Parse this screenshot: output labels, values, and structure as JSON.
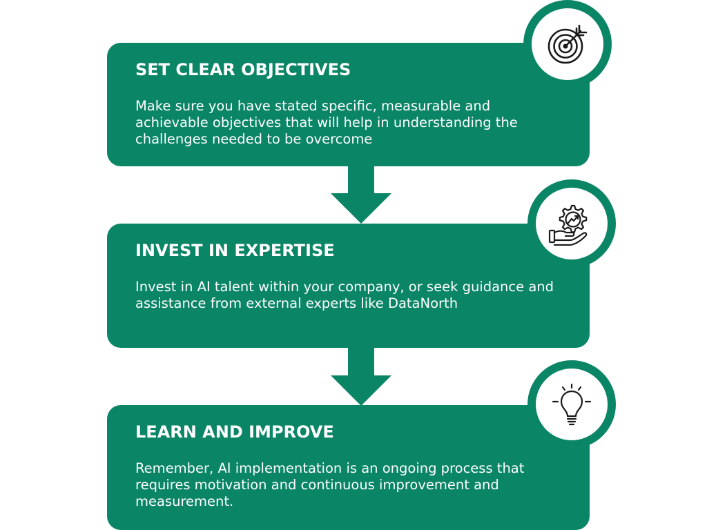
{
  "colors": {
    "primary": "#0a8566",
    "text_on_primary": "#ffffff",
    "background": "#ffffff",
    "icon": "#1a1a1a"
  },
  "steps": [
    {
      "title": "SET CLEAR OBJECTIVES",
      "body": "Make sure you have stated specific, measurable and achievable objectives that will help in understanding the challenges needed to be overcome",
      "icon": "target-icon"
    },
    {
      "title": "INVEST IN EXPERTISE",
      "body": "Invest in AI talent within your company, or seek guidance and assistance from external experts like DataNorth",
      "icon": "gear-hand-growth-icon"
    },
    {
      "title": "LEARN AND IMPROVE",
      "body": "Remember, AI implementation is an ongoing process that requires motivation and continuous improvement and measurement.",
      "icon": "lightbulb-icon"
    }
  ]
}
